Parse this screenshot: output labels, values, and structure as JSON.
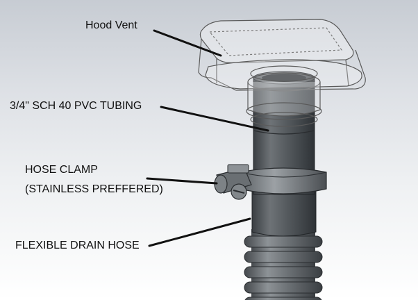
{
  "labels": {
    "hood_vent": "Hood Vent",
    "pvc_tubing": "3/4\" SCH 40 PVC TUBING",
    "hose_clamp_line1": "HOSE CLAMP",
    "hose_clamp_line2": "(STAINLESS PREFFERED)",
    "flexible_drain_hose": "FLEXIBLE DRAIN HOSE"
  },
  "colors": {
    "pipe_dark": "#3f4347",
    "pipe_mid": "#6c7175",
    "pipe_light": "#9aa0a4",
    "hood_outline": "#5a5a5a",
    "leader_line": "#111111"
  }
}
